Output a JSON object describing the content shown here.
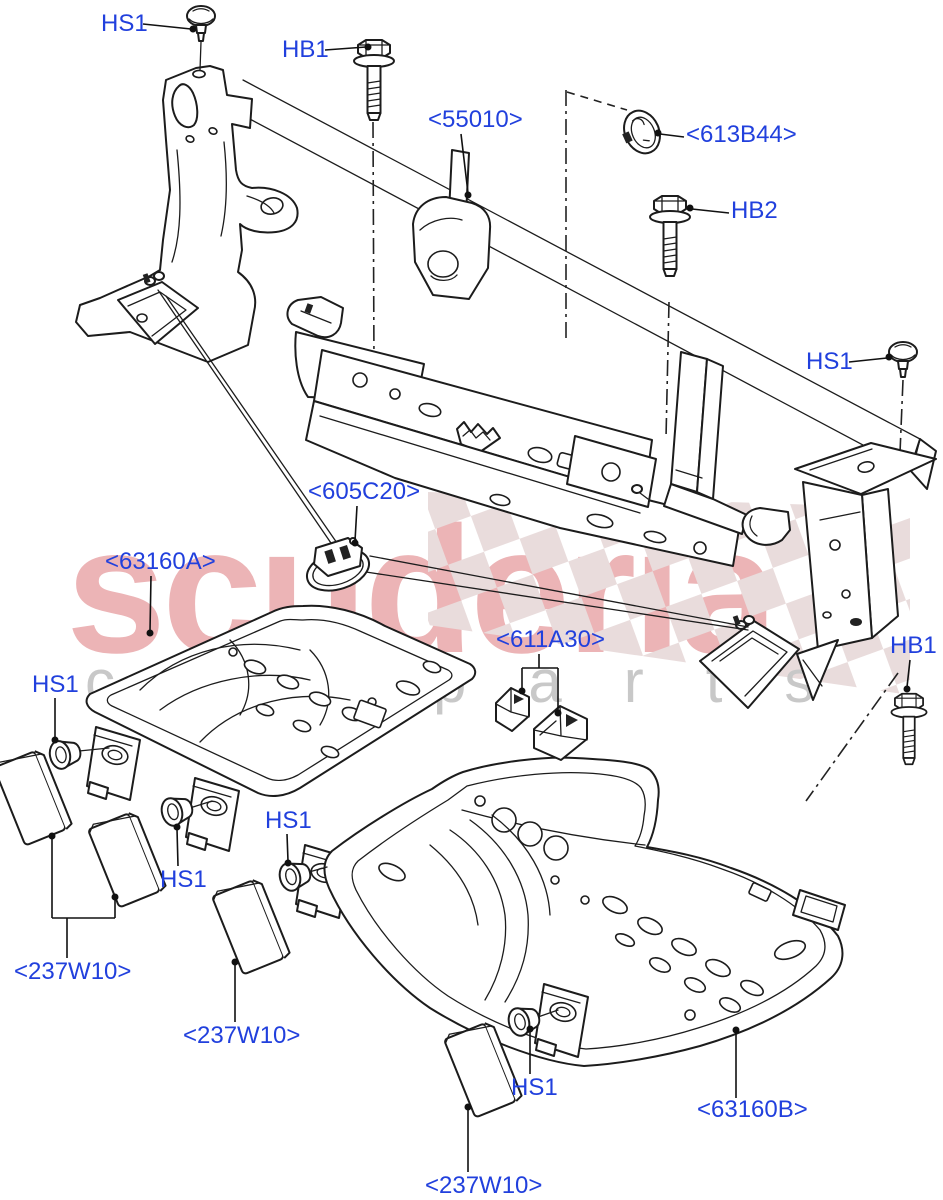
{
  "diagram_type": "exploded-parts-diagram",
  "subject": "rear seat base frame, brackets and fixings",
  "watermark": {
    "brand": "scuderia",
    "subtitle": "car parts",
    "brand_color": "#ecb4b6",
    "subtitle_color": "#c8c8c8",
    "checker_color": "#e9dcdc"
  },
  "label_color": "#2140dd",
  "line_color": "#1c1c1c",
  "labels": [
    {
      "id": "hs1-top-left",
      "text": "HS1",
      "points_to": "dome-screw"
    },
    {
      "id": "hb1-top",
      "text": "HB1",
      "points_to": "hex-flange-bolt"
    },
    {
      "id": "55010",
      "text": "<55010>",
      "points_to": "cross-member"
    },
    {
      "id": "613b44",
      "text": "<613B44>",
      "points_to": "grommet"
    },
    {
      "id": "hb2",
      "text": "HB2",
      "points_to": "hex-flange-bolt"
    },
    {
      "id": "hs1-right",
      "text": "HS1",
      "points_to": "dome-screw"
    },
    {
      "id": "605c20",
      "text": "<605C20>",
      "points_to": "latch-striker-clip"
    },
    {
      "id": "63160a",
      "text": "<63160A>",
      "points_to": "seat-pan-left"
    },
    {
      "id": "611a30",
      "text": "<611A30>",
      "points_to": "corner-clips"
    },
    {
      "id": "hb1-right",
      "text": "HB1",
      "points_to": "hex-flange-bolt"
    },
    {
      "id": "hs1-pan-a-left",
      "text": "HS1",
      "points_to": "push-screw"
    },
    {
      "id": "hs1-pan-a-right",
      "text": "HS1",
      "points_to": "push-screw"
    },
    {
      "id": "hs1-pan-a-mid",
      "text": "HS1",
      "points_to": "push-screw"
    },
    {
      "id": "237w10-1",
      "text": "<237W10>",
      "points_to": "pads"
    },
    {
      "id": "237w10-2",
      "text": "<237W10>",
      "points_to": "pad"
    },
    {
      "id": "hs1-pan-b",
      "text": "HS1",
      "points_to": "push-screw"
    },
    {
      "id": "63160b",
      "text": "<63160B>",
      "points_to": "seat-pan-right"
    },
    {
      "id": "237w10-3",
      "text": "<237W10>",
      "points_to": "pad"
    }
  ]
}
